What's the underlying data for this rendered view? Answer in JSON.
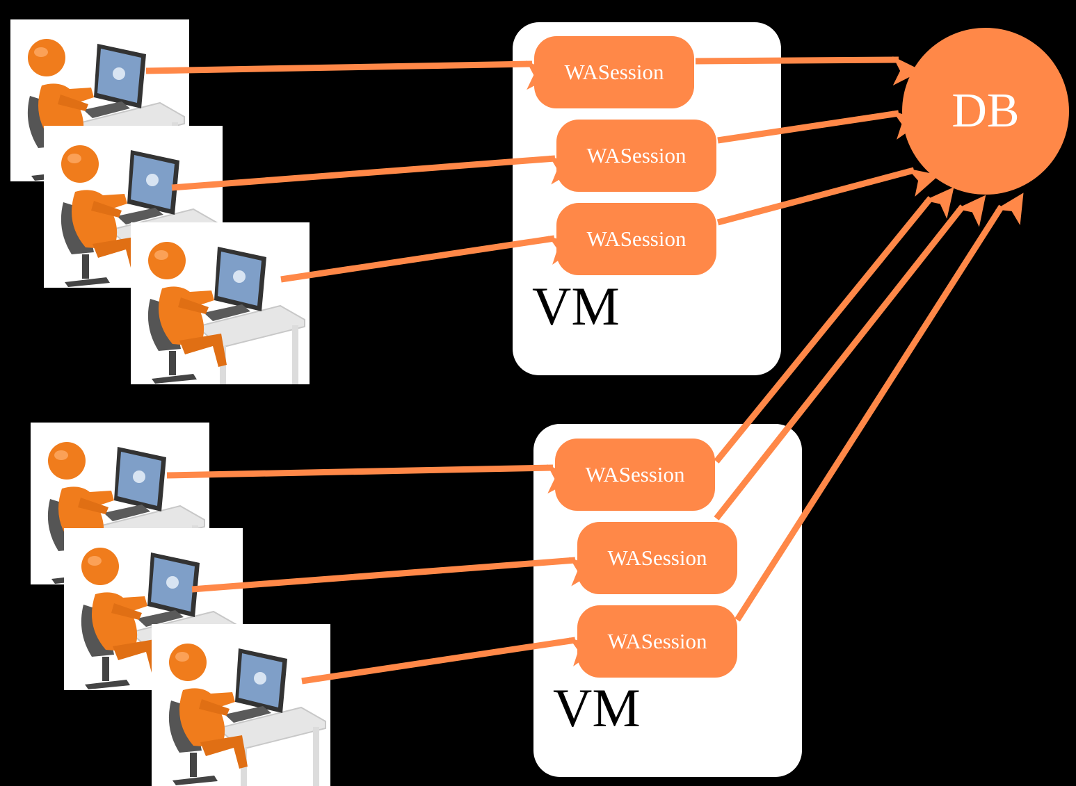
{
  "colors": {
    "background": "#000000",
    "accent": "#ff8848",
    "box": "#ffffff",
    "figure": "#f07c1c",
    "screen": "#7f9fc8"
  },
  "vms": [
    {
      "label": "VM",
      "sessions": [
        "WASession",
        "WASession",
        "WASession"
      ]
    },
    {
      "label": "VM",
      "sessions": [
        "WASession",
        "WASession",
        "WASession"
      ]
    }
  ],
  "db": {
    "label": "DB"
  },
  "user_icon": "user-at-computer-icon"
}
